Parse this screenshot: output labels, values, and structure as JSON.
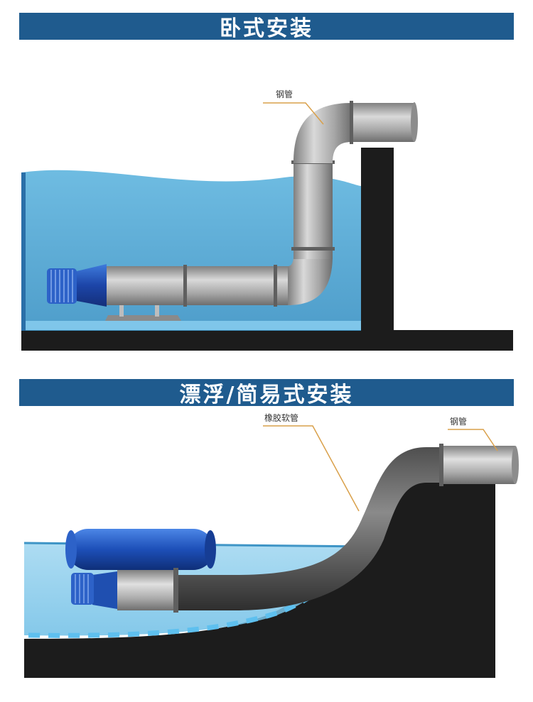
{
  "section1": {
    "title": "卧式安装",
    "callouts": {
      "steel_pipe": "钢管"
    }
  },
  "section2": {
    "title": "漂浮/简易式安装",
    "callouts": {
      "rubber_hose": "橡胶软管",
      "steel_pipe": "钢管"
    }
  },
  "colors": {
    "banner": "#1f5b8e",
    "water": "#5fb0d8",
    "wall": "#1c1c1c",
    "pipe": "#a9a9a9",
    "pump": "#2a5bbf",
    "callout_line": "#d9a04a"
  }
}
